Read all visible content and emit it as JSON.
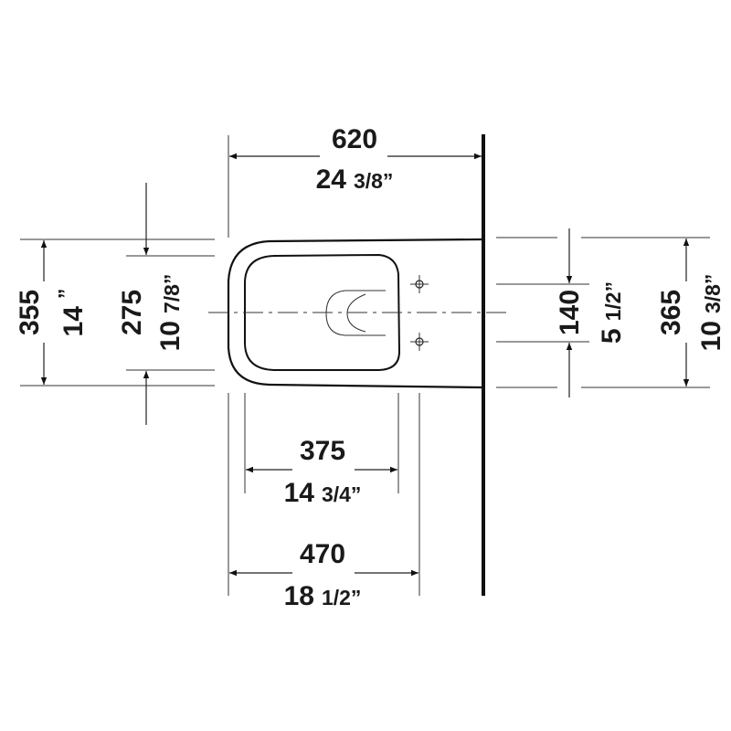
{
  "drawing": {
    "subject": "Wall-hung toilet, top view dimension drawing",
    "colors": {
      "line": "#222222",
      "background": "#ffffff",
      "text": "#1a1a1a"
    },
    "dimensions": {
      "overall_depth": {
        "mm": "620",
        "inch_whole": "24",
        "inch_frac": "3/8”"
      },
      "overall_width": {
        "mm": "355",
        "inch_whole": "14",
        "inch_frac": "”"
      },
      "inner_width": {
        "mm": "275",
        "inch_whole": "10",
        "inch_frac": "7/8”"
      },
      "bolt_spacing": {
        "mm": "140",
        "inch_whole": "5",
        "inch_frac": "1/2”"
      },
      "wall_width": {
        "mm": "365",
        "inch_whole": "10",
        "inch_frac": "3/8”"
      },
      "bolt_to_front": {
        "mm": "375",
        "inch_whole": "14",
        "inch_frac": "3/4”"
      },
      "rim_to_wall": {
        "mm": "470",
        "inch_whole": "18",
        "inch_frac": "1/2”"
      }
    }
  }
}
